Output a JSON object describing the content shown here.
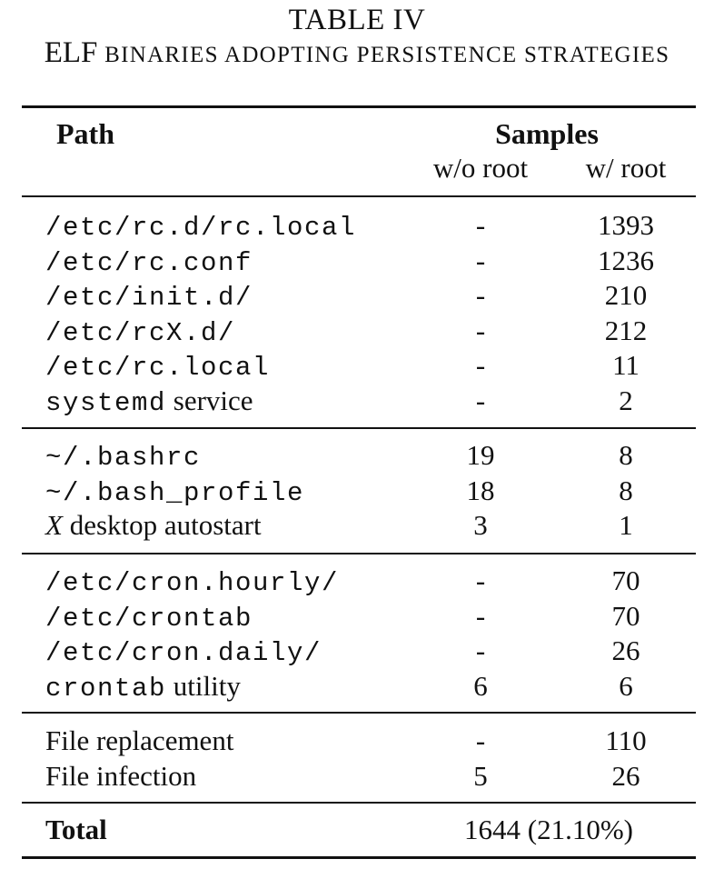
{
  "caption": {
    "number": "TABLE IV",
    "title_first": "ELF",
    "title_rest": "binaries adopting persistence strategies"
  },
  "header": {
    "path": "Path",
    "samples": "Samples",
    "wo_root": "w/o root",
    "w_root": "w/ root"
  },
  "groups": [
    [
      {
        "parts": [
          {
            "t": "/etc/rc.d/rc.local",
            "s": "mono"
          }
        ],
        "wo_root": "-",
        "w_root": "1393"
      },
      {
        "parts": [
          {
            "t": "/etc/rc.conf",
            "s": "mono"
          }
        ],
        "wo_root": "-",
        "w_root": "1236"
      },
      {
        "parts": [
          {
            "t": "/etc/init.d/",
            "s": "mono"
          }
        ],
        "wo_root": "-",
        "w_root": "210"
      },
      {
        "parts": [
          {
            "t": "/etc/rcX.d/",
            "s": "mono"
          }
        ],
        "wo_root": "-",
        "w_root": "212"
      },
      {
        "parts": [
          {
            "t": "/etc/rc.local",
            "s": "mono"
          }
        ],
        "wo_root": "-",
        "w_root": "11"
      },
      {
        "parts": [
          {
            "t": "systemd",
            "s": "mono"
          },
          {
            "t": " service",
            "s": "serif"
          }
        ],
        "wo_root": "-",
        "w_root": "2"
      }
    ],
    [
      {
        "parts": [
          {
            "t": "~/.bashrc",
            "s": "mono"
          }
        ],
        "wo_root": "19",
        "w_root": "8"
      },
      {
        "parts": [
          {
            "t": "~/.bash_profile",
            "s": "mono"
          }
        ],
        "wo_root": "18",
        "w_root": "8"
      },
      {
        "parts": [
          {
            "t": "X",
            "s": "italic"
          },
          {
            "t": " desktop autostart",
            "s": "serif"
          }
        ],
        "wo_root": "3",
        "w_root": "1"
      }
    ],
    [
      {
        "parts": [
          {
            "t": "/etc/cron.hourly/",
            "s": "mono"
          }
        ],
        "wo_root": "-",
        "w_root": "70"
      },
      {
        "parts": [
          {
            "t": "/etc/crontab",
            "s": "mono"
          }
        ],
        "wo_root": "-",
        "w_root": "70"
      },
      {
        "parts": [
          {
            "t": "/etc/cron.daily/",
            "s": "mono"
          }
        ],
        "wo_root": "-",
        "w_root": "26"
      },
      {
        "parts": [
          {
            "t": "crontab",
            "s": "mono"
          },
          {
            "t": " utility",
            "s": "serif"
          }
        ],
        "wo_root": "6",
        "w_root": "6"
      }
    ],
    [
      {
        "parts": [
          {
            "t": "File replacement",
            "s": "serif"
          }
        ],
        "wo_root": "-",
        "w_root": "110"
      },
      {
        "parts": [
          {
            "t": "File infection",
            "s": "serif"
          }
        ],
        "wo_root": "5",
        "w_root": "26"
      }
    ]
  ],
  "total": {
    "label": "Total",
    "value": "1644 (21.10%)"
  }
}
